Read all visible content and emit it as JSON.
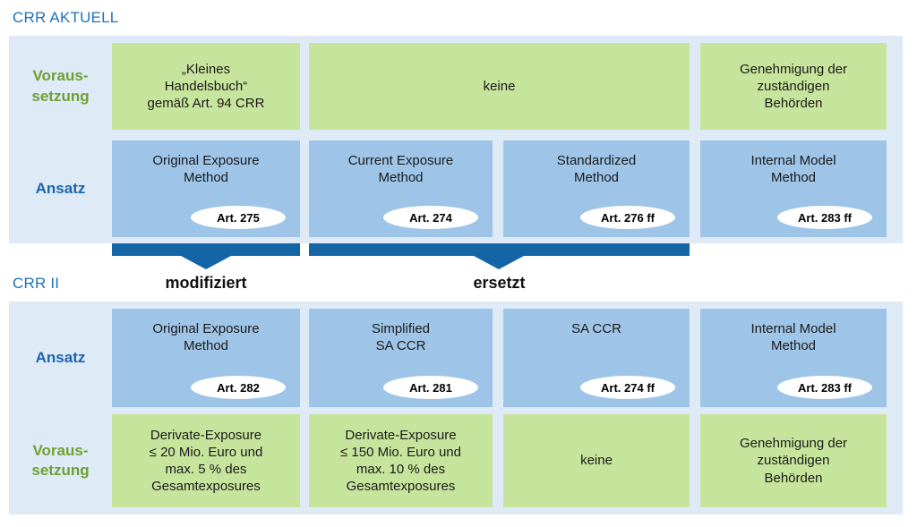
{
  "colors": {
    "panel_bg": "#DEEAF6",
    "green_box": "#C7E49C",
    "blue_box": "#9EC5E8",
    "dark_bar": "#1465A6",
    "title_blue": "#1D72B8",
    "label_green": "#70A033",
    "label_blue": "#1A64AE",
    "badge_bg": "#FFFFFF",
    "text": "#1A1A1A"
  },
  "top": {
    "title": "CRR AKTUELL",
    "voraussetzung": {
      "label": "Voraus-\nsetzung",
      "small_trading_book": "„Kleines\nHandelsbuch“\ngemäß Art. 94 CRR",
      "none": "keine",
      "approval": "Genehmigung der\nzuständigen\nBehörden"
    },
    "ansatz": {
      "label": "Ansatz",
      "boxes": [
        {
          "title": "Original Exposure\nMethod",
          "article": "Art. 275"
        },
        {
          "title": "Current Exposure\nMethod",
          "article": "Art. 274"
        },
        {
          "title": "Standardized\nMethod",
          "article": "Art. 276 ff"
        },
        {
          "title": "Internal Model\nMethod",
          "article": "Art. 283 ff"
        }
      ]
    }
  },
  "transition": {
    "title": "CRR II",
    "modified_label": "modifiziert",
    "replaced_label": "ersetzt"
  },
  "bottom": {
    "ansatz": {
      "label": "Ansatz",
      "boxes": [
        {
          "title": "Original Exposure\nMethod",
          "article": "Art. 282"
        },
        {
          "title": "Simplified\nSA CCR",
          "article": "Art. 281"
        },
        {
          "title": "SA CCR",
          "article": "Art. 274 ff"
        },
        {
          "title": "Internal Model\nMethod",
          "article": "Art. 283 ff"
        }
      ]
    },
    "voraussetzung": {
      "label": "Voraus-\nsetzung",
      "boxes": [
        {
          "text": "Derivate-Exposure\n≤ 20 Mio. Euro und\nmax. 5 % des\nGesamtexposures"
        },
        {
          "text": "Derivate-Exposure\n≤ 150 Mio. Euro und\nmax. 10 % des\nGesamtexposures"
        },
        {
          "text": "keine"
        },
        {
          "text": "Genehmigung der\nzuständigen\nBehörden"
        }
      ]
    }
  }
}
